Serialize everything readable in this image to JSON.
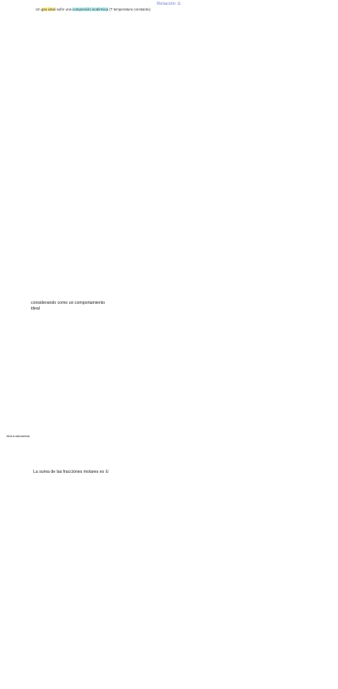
{
  "header": {
    "title": "Relación ①",
    "subtitle_prefix": "Un ",
    "subtitle_gas": "gas ideal",
    "subtitle_mid": " sufre una ",
    "subtitle_highlight": "compresión isotérmica",
    "subtitle_suffix": " (T temperatura constante)."
  },
  "printed_notes": {
    "note_one_a": "considerando como un comportamiento",
    "note_one_b": "ideal",
    "note_two": "La suma de las fracciones molares es ①",
    "note_three": "Ahora calculamos"
  },
  "handwriting": {
    "omitted": true
  }
}
